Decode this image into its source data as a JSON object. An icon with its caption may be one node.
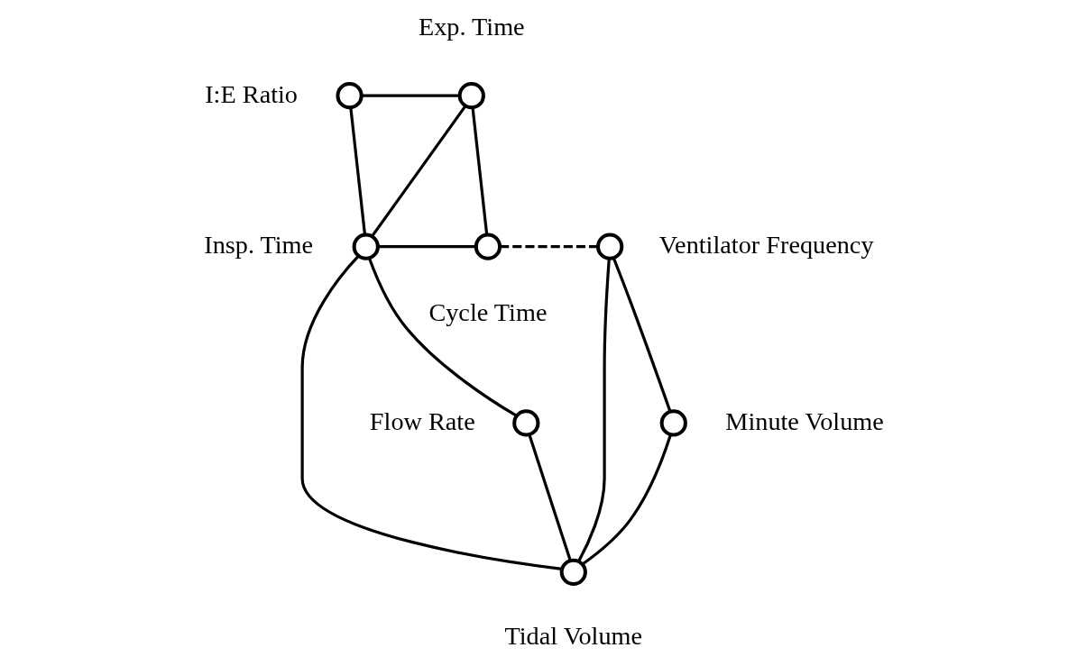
{
  "diagram": {
    "nodes": [
      {
        "text": [],
        "shape": "circle",
        "beside": [
          "I:E Ratio"
        ]
      },
      {
        "text": [],
        "shape": "circle",
        "beside": [
          "Exp. Time"
        ]
      },
      {
        "text": [],
        "shape": "circle",
        "beside": [
          "Insp. Time"
        ]
      },
      {
        "text": [],
        "shape": "circle",
        "beside": [
          "Cycle Time"
        ]
      },
      {
        "text": [],
        "shape": "circle",
        "beside": [
          "Ventilator Frequency"
        ]
      },
      {
        "text": [],
        "shape": "circle",
        "beside": [
          "Minute Volume"
        ]
      },
      {
        "text": [],
        "shape": "circle",
        "beside": [
          "Flow Rate"
        ]
      },
      {
        "text": [],
        "shape": "circle",
        "beside": [
          "Tidal Volume"
        ]
      }
    ],
    "edges": [
      {
        "from": 0,
        "to": 1,
        "arrow": "none"
      },
      {
        "from": 0,
        "to": 2,
        "arrow": "none"
      },
      {
        "from": 2,
        "to": 1,
        "arrow": "none"
      },
      {
        "from": 1,
        "to": 3,
        "arrow": "none"
      },
      {
        "from": 2,
        "to": 3,
        "arrow": "none"
      },
      {
        "from": 3,
        "to": 4,
        "arrow": "none",
        "style": "dashed"
      },
      {
        "from": 2,
        "to": 6,
        "arrow": "none"
      },
      {
        "from": 2,
        "to": 7,
        "arrow": "none"
      },
      {
        "from": 6,
        "to": 7,
        "arrow": "none"
      },
      {
        "from": 7,
        "to": 4,
        "arrow": "none"
      },
      {
        "from": 7,
        "to": 5,
        "arrow": "none"
      },
      {
        "from": 4,
        "to": 5,
        "arrow": "none"
      }
    ]
  }
}
